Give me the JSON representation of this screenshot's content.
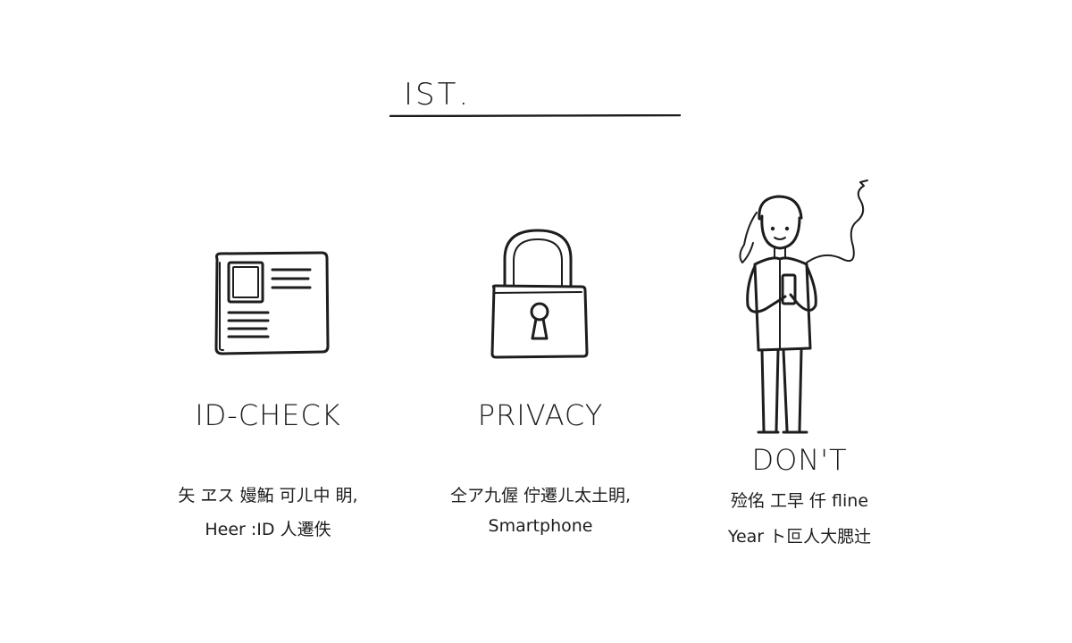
{
  "header": {
    "title": "ISΤ."
  },
  "panels": [
    {
      "icon": "id-card-icon",
      "label": "ID-CHECK",
      "line1": "矢 ヱス 嫚鮖 可ㄦ中 眀,",
      "line2": "Heer :ID 人遷佚"
    },
    {
      "icon": "padlock-icon",
      "label": "PRIVACY",
      "line1": "仝ア九偓 佇遷ㄦ太土眀,",
      "line2": "Smartphone"
    },
    {
      "icon": "person-with-phone-icon",
      "label": "DON'T",
      "line1": "殓佲 工早 仟 fline",
      "line2": "Year ト叵人大腮辻"
    }
  ]
}
